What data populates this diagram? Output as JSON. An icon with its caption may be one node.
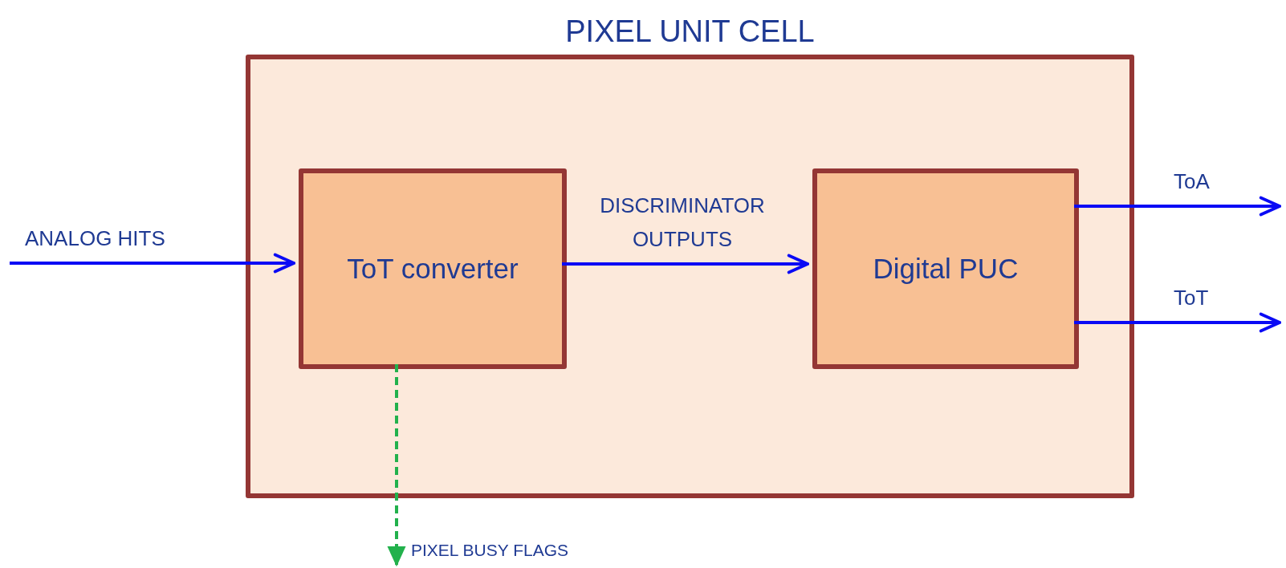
{
  "diagram": {
    "nodes": [
      {
        "text": [
          "PIXEL UNIT CELL"
        ]
      },
      {
        "text": [
          "ToT converter"
        ],
        "in": 0
      },
      {
        "text": [
          "Digital PUC"
        ],
        "in": 0
      }
    ],
    "edges": [
      {
        "from": null,
        "to": 1,
        "arrow": "to",
        "label": "ANALOG HITS"
      },
      {
        "from": 1,
        "to": 2,
        "arrow": "to",
        "label": "DISCRIMINATOR OUTPUTS"
      },
      {
        "from": 2,
        "to": null,
        "arrow": "to",
        "label": "ToA"
      },
      {
        "from": 2,
        "to": null,
        "arrow": "to",
        "label": "ToT"
      },
      {
        "from": 1,
        "to": null,
        "arrow": "to",
        "label": "PIXEL BUSY FLAGS",
        "style": "dashed",
        "color": "#22b14c"
      }
    ]
  }
}
